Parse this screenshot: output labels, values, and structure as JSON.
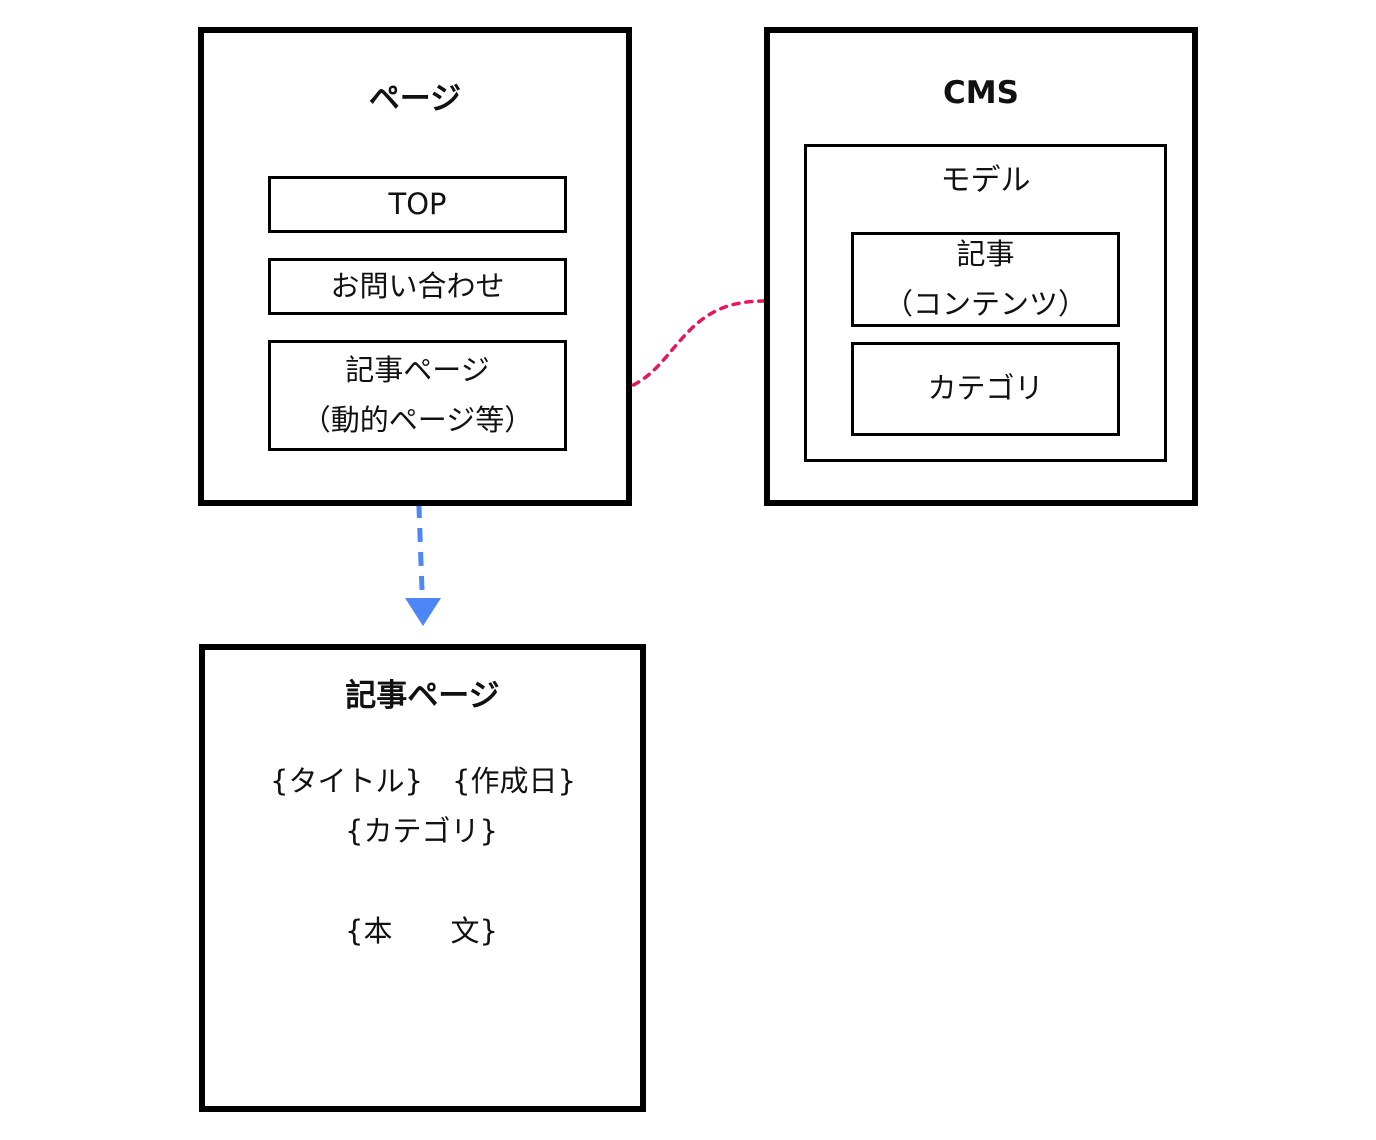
{
  "page_panel": {
    "title": "ページ",
    "items": [
      {
        "lines": [
          "TOP"
        ]
      },
      {
        "lines": [
          "お問い合わせ"
        ]
      },
      {
        "lines": [
          "記事ページ",
          "（動的ページ等）"
        ]
      }
    ]
  },
  "cms_panel": {
    "title": "CMS",
    "model": {
      "label": "モデル",
      "items": [
        {
          "lines": [
            "記事",
            "（コンテンツ）"
          ]
        },
        {
          "lines": [
            "カテゴリ"
          ]
        }
      ]
    }
  },
  "article_panel": {
    "title": "記事ページ",
    "fields": {
      "title": "{タイトル}",
      "created": "{作成日}",
      "category": "{カテゴリ}",
      "body": "{本　　文}"
    }
  },
  "colors": {
    "link_line": "#e8175d",
    "arrow": "#4d86f5",
    "border": "#000000"
  }
}
